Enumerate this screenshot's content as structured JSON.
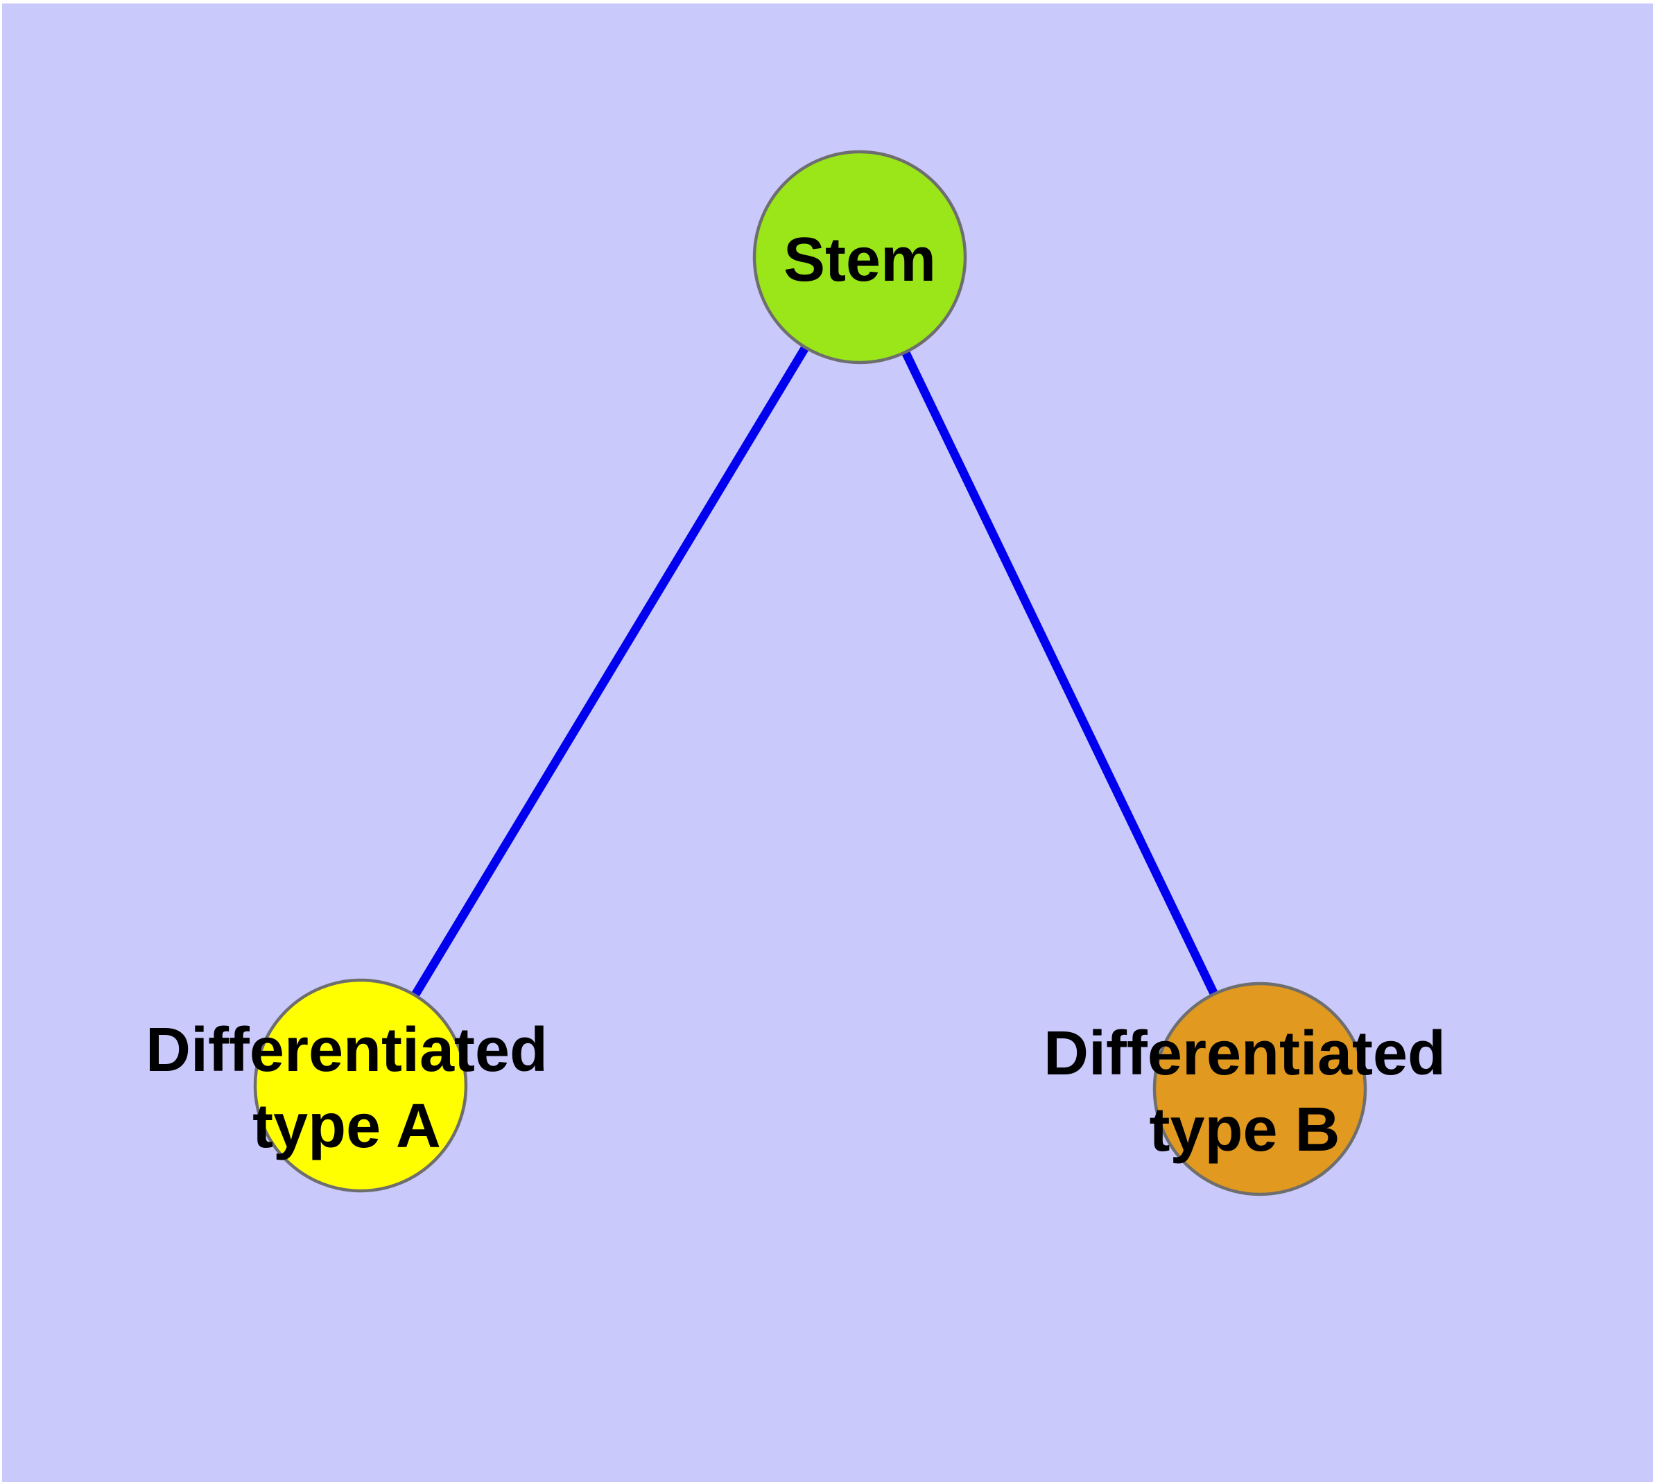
{
  "diagram": {
    "type": "graph",
    "background_color": "#c9c9fb",
    "page_edge_color": "#ffffff",
    "edge_color": "#0000ee",
    "node_border_color": "#6e6e6e",
    "label_color": "#000000",
    "nodes": [
      {
        "id": "stem",
        "label": "Stem",
        "color": "#9ae619"
      },
      {
        "id": "diff-a",
        "label_line1": "Differentiated",
        "label_line2": "type A",
        "color": "#ffff00"
      },
      {
        "id": "diff-b",
        "label_line1": "Differentiated",
        "label_line2": "type B",
        "color": "#e1991f"
      }
    ],
    "edges": [
      {
        "from": "stem",
        "to": "diff-a"
      },
      {
        "from": "stem",
        "to": "diff-b"
      }
    ]
  }
}
